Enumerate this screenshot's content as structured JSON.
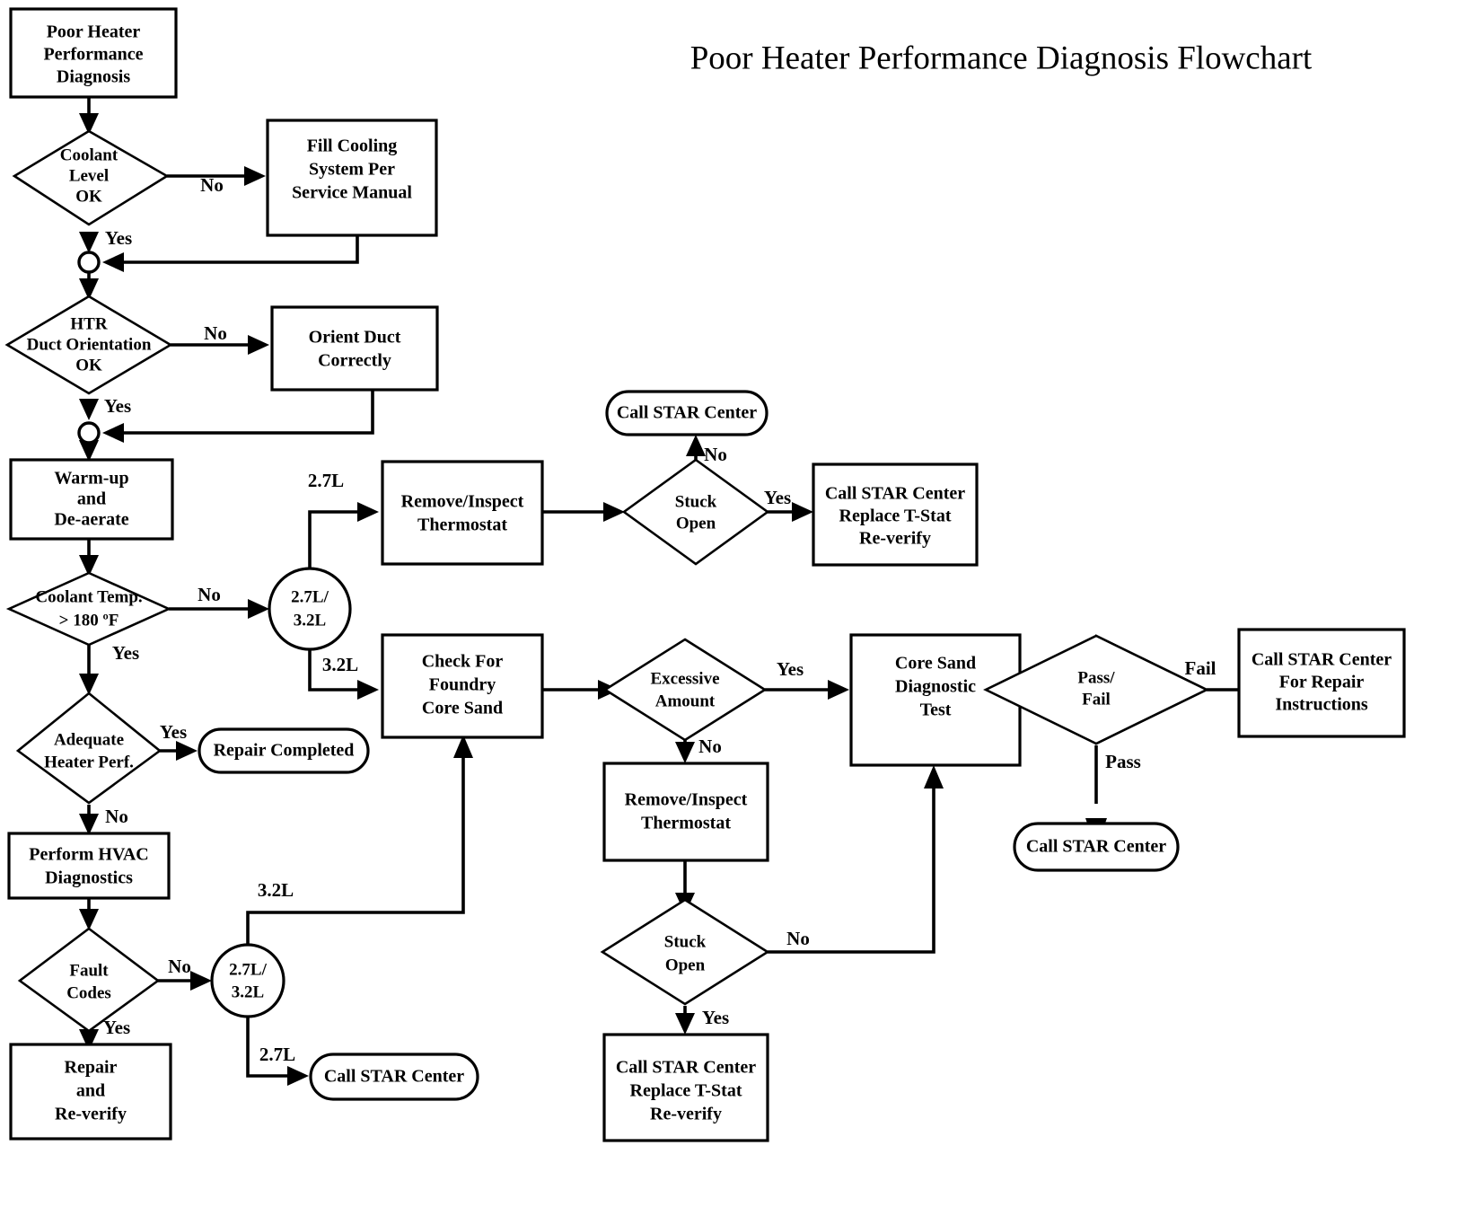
{
  "title": "Poor Heater Performance Diagnosis Flowchart",
  "chart_data": {
    "type": "diagram",
    "diagram_kind": "flowchart",
    "title": "Poor Heater Performance Diagnosis Flowchart",
    "orientation": "top-down-left-to-right",
    "shapes_legend": {
      "process": "rectangle",
      "decision": "diamond",
      "terminal": "rounded-rectangle",
      "connector": "circle"
    }
  },
  "nodes": {
    "start": {
      "id": "start",
      "shape": "process",
      "label": "Poor Heater\nPerformance\nDiagnosis",
      "lines": [
        "Poor Heater",
        "Performance",
        "Diagnosis"
      ]
    },
    "coolant_level": {
      "id": "coolant_level",
      "shape": "decision",
      "lines": [
        "Coolant",
        "Level",
        "OK"
      ]
    },
    "fill_cooling": {
      "id": "fill_cooling",
      "shape": "process",
      "lines": [
        "Fill Cooling",
        "System Per",
        "Service Manual"
      ]
    },
    "junction_1": {
      "id": "junction_1",
      "shape": "connector",
      "lines": []
    },
    "htr_duct": {
      "id": "htr_duct",
      "shape": "decision",
      "lines": [
        "HTR",
        "Duct Orientation",
        "OK"
      ]
    },
    "orient_duct": {
      "id": "orient_duct",
      "shape": "process",
      "lines": [
        "Orient Duct",
        "Correctly"
      ]
    },
    "junction_2": {
      "id": "junction_2",
      "shape": "connector",
      "lines": []
    },
    "warmup": {
      "id": "warmup",
      "shape": "process",
      "lines": [
        "Warm-up",
        "and",
        "De-aerate"
      ]
    },
    "coolant_temp": {
      "id": "coolant_temp",
      "shape": "decision",
      "lines": [
        "Coolant Temp.",
        "> 180 ºF"
      ]
    },
    "engine_select_1": {
      "id": "engine_select_1",
      "shape": "connector-large",
      "lines": [
        "2.7L/",
        "3.2L"
      ]
    },
    "remove_tstat_top": {
      "id": "remove_tstat_top",
      "shape": "process",
      "lines": [
        "Remove/Inspect",
        "Thermostat"
      ]
    },
    "stuck_open_top": {
      "id": "stuck_open_top",
      "shape": "decision",
      "lines": [
        "Stuck",
        "Open"
      ]
    },
    "call_star_top": {
      "id": "call_star_top",
      "shape": "terminal",
      "lines": [
        "Call STAR Center"
      ]
    },
    "call_star_replace_top": {
      "id": "call_star_replace_top",
      "shape": "process",
      "lines": [
        "Call STAR Center",
        "Replace T-Stat",
        "Re-verify"
      ]
    },
    "check_core_sand": {
      "id": "check_core_sand",
      "shape": "process",
      "lines": [
        "Check For",
        "Foundry",
        "Core Sand"
      ]
    },
    "excessive_amount": {
      "id": "excessive_amount",
      "shape": "decision",
      "lines": [
        "Excessive",
        "Amount"
      ]
    },
    "core_sand_test": {
      "id": "core_sand_test",
      "shape": "process",
      "lines": [
        "Core Sand",
        "Diagnostic",
        "Test"
      ]
    },
    "pass_fail": {
      "id": "pass_fail",
      "shape": "decision",
      "lines": [
        "Pass/",
        "Fail"
      ]
    },
    "call_star_repair": {
      "id": "call_star_repair",
      "shape": "process",
      "lines": [
        "Call STAR Center",
        "For Repair",
        "Instructions"
      ]
    },
    "call_star_pass": {
      "id": "call_star_pass",
      "shape": "terminal",
      "lines": [
        "Call STAR Center"
      ]
    },
    "remove_tstat_mid": {
      "id": "remove_tstat_mid",
      "shape": "process",
      "lines": [
        "Remove/Inspect",
        "Thermostat"
      ]
    },
    "stuck_open_bottom": {
      "id": "stuck_open_bottom",
      "shape": "decision",
      "lines": [
        "Stuck",
        "Open"
      ]
    },
    "call_star_replace_bottom": {
      "id": "call_star_replace_bottom",
      "shape": "process",
      "lines": [
        "Call STAR Center",
        "Replace T-Stat",
        "Re-verify"
      ]
    },
    "adequate_perf": {
      "id": "adequate_perf",
      "shape": "decision",
      "lines": [
        "Adequate",
        "Heater Perf."
      ]
    },
    "repair_completed": {
      "id": "repair_completed",
      "shape": "terminal",
      "lines": [
        "Repair Completed"
      ]
    },
    "perform_hvac": {
      "id": "perform_hvac",
      "shape": "process",
      "lines": [
        "Perform HVAC",
        "Diagnostics"
      ]
    },
    "fault_codes": {
      "id": "fault_codes",
      "shape": "decision",
      "lines": [
        "Fault",
        "Codes"
      ]
    },
    "repair_reverify": {
      "id": "repair_reverify",
      "shape": "process",
      "lines": [
        "Repair",
        "and",
        "Re-verify"
      ]
    },
    "engine_select_2": {
      "id": "engine_select_2",
      "shape": "connector-large",
      "lines": [
        "2.7L/",
        "3.2L"
      ]
    },
    "call_star_bottom": {
      "id": "call_star_bottom",
      "shape": "terminal",
      "lines": [
        "Call STAR Center"
      ]
    }
  },
  "edge_labels": {
    "coolant_level_no": "No",
    "coolant_level_yes": "Yes",
    "htr_duct_no": "No",
    "htr_duct_yes": "Yes",
    "coolant_temp_no": "No",
    "coolant_temp_yes": "Yes",
    "select1_27": "2.7L",
    "select1_32": "3.2L",
    "stuck_open_top_no": "No",
    "stuck_open_top_yes": "Yes",
    "excessive_yes": "Yes",
    "excessive_no": "No",
    "passfail_fail": "Fail",
    "passfail_pass": "Pass",
    "stuck_open_bottom_no": "No",
    "stuck_open_bottom_yes": "Yes",
    "adequate_yes": "Yes",
    "adequate_no": "No",
    "fault_codes_no": "No",
    "fault_codes_yes": "Yes",
    "select2_32": "3.2L",
    "select2_27": "2.7L"
  },
  "colors": {
    "stroke": "#000000",
    "fill": "#ffffff",
    "text": "#000000"
  }
}
